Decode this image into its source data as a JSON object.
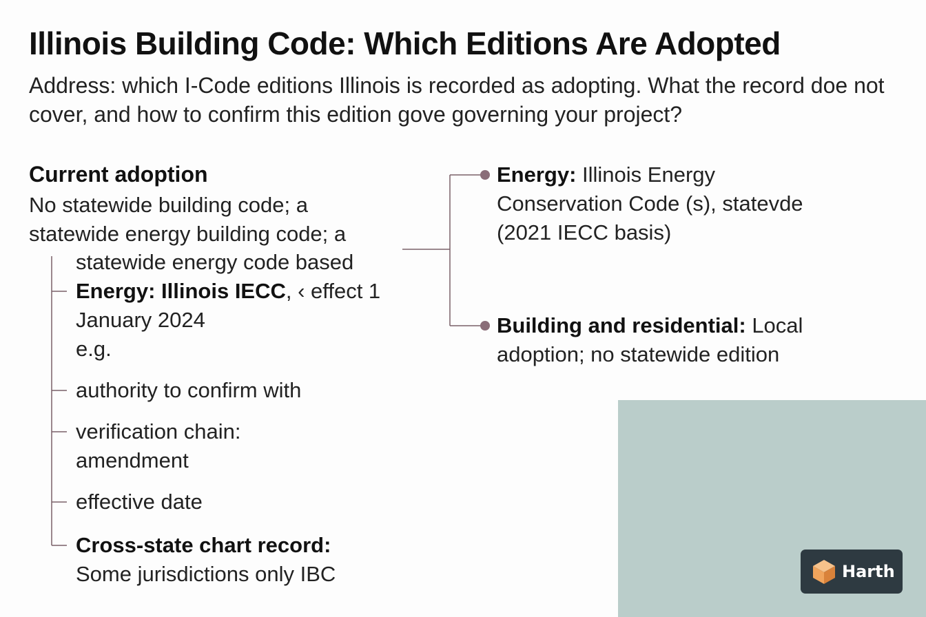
{
  "title": "Illinois Building Code: Which Editions Are Adopted",
  "subtitle": "Address: which I-Code editions Illinois is recorded as adopting. What the record doe not cover, and how to confirm this edition gove governing your project?",
  "current": {
    "heading": "Current adoption",
    "description": "No statewide building code; a statewide energy building code; a",
    "items": {
      "energy_code_based": "statewide energy code based",
      "energy_illinois_label": "Energy: Illinois IECC",
      "energy_illinois_text": ", ‹ effect 1 January 2024",
      "eg": "e.g.",
      "authority": "authority to confirm with",
      "verification": "verification chain: amendment",
      "effective_date": "effective date",
      "cross_state_label": "Cross-state chart record:",
      "cross_state_text": "Some jurisdictions only IBC"
    }
  },
  "right": {
    "energy_label": "Energy:",
    "energy_text": " Illinois Energy Conservation Code (s), statevde (2021 IECC basis)",
    "building_label": "Building and residential:",
    "building_text": " Local adoption; no statewide edition"
  },
  "logo": {
    "text": "Harth",
    "icon": "cube-icon"
  },
  "colors": {
    "connector": "#7a6068",
    "bullet": "#8a6d78",
    "photo_bg": "#bacdca",
    "logo_bg": "#2e3a41",
    "logo_accent": "#f0a45c"
  }
}
